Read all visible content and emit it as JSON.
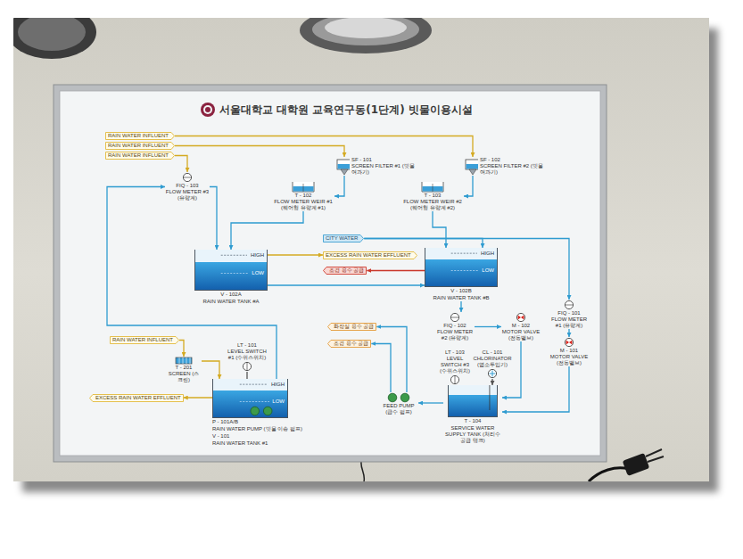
{
  "diagram": {
    "title": "서울대학교 대학원 교육연구동(1단계) 빗물이용시설",
    "nodes": [
      {
        "text": [
          "RAIN WATER INFLUENT"
        ]
      },
      {
        "text": [
          "RAIN WATER INFLUENT"
        ]
      },
      {
        "text": [
          "RAIN WATER INFLUENT"
        ]
      },
      {
        "text": [
          "FIQ - 103",
          "FLOW METER #3 (유량계)"
        ]
      },
      {
        "text": [
          "SF - 101",
          "SCREEN FILTER #1 (빗물여과기)"
        ]
      },
      {
        "text": [
          "T - 102",
          "FLOW METER WEIR #1 (웨어형 유량계 #1)"
        ]
      },
      {
        "text": [
          "SF - 102",
          "SCREEN FILTER #2 (빗물여과기)"
        ]
      },
      {
        "text": [
          "T - 103",
          "FLOW METER WEIR #2 (웨어형 유량계 #2)"
        ]
      },
      {
        "text": [
          "HIGH",
          "LOW",
          "V - 102A",
          "RAIN WATER TANK #A"
        ]
      },
      {
        "text": [
          "HIGH",
          "LOW",
          "V - 102B",
          "RAIN WATER TANK #B"
        ]
      },
      {
        "text": [
          "CITY WATER"
        ]
      },
      {
        "text": [
          "EXCESS RAIN WATER EFFLUENT"
        ]
      },
      {
        "text": [
          "조경 용수 공급"
        ]
      },
      {
        "text": [
          "FIQ - 102",
          "FLOW METER #2 (유량계)"
        ]
      },
      {
        "text": [
          "M - 102",
          "MOTOR VALVE (전동밸브)"
        ]
      },
      {
        "text": [
          "FIQ - 101",
          "FLOW METER #1 (유량계)"
        ]
      },
      {
        "text": [
          "M - 101",
          "MOTOR VALVE (전동밸브)"
        ]
      },
      {
        "text": [
          "RAIN WATER INFLUENT"
        ]
      },
      {
        "text": [
          "T - 201",
          "SCREEN (스크린)"
        ]
      },
      {
        "text": [
          "LT - 101",
          "LEVEL SWITCH #1 (수위스위치)"
        ]
      },
      {
        "text": [
          "EXCESS RAIN WATER EFFLUENT"
        ]
      },
      {
        "text": [
          "HIGH",
          "LOW",
          "P - 101A/B",
          "RAIN WATER PUMP (빗물 이송 펌프)",
          "V - 101",
          "RAIN WATER TANK #1"
        ]
      },
      {
        "text": [
          "화장실 용수 공급"
        ]
      },
      {
        "text": [
          "조경 용수 공급"
        ]
      },
      {
        "text": [
          "LT - 103",
          "LEVEL SWITCH #3 (수위스위치)"
        ]
      },
      {
        "text": [
          "CL - 101",
          "CHLORINATOR (염소투입기)"
        ]
      },
      {
        "text": [
          "T - 104",
          "SERVICE WATER SUPPLY TANK (처리수 공급 탱크)"
        ]
      },
      {
        "text": [
          "FEED PUMP",
          "(급수 펌프)"
        ]
      }
    ],
    "edges": [
      {
        "from": 0,
        "to": 6,
        "arrow": "to"
      },
      {
        "from": 1,
        "to": 4,
        "arrow": "to"
      },
      {
        "from": 2,
        "to": 3,
        "arrow": "to"
      },
      {
        "from": 3,
        "to": 8,
        "arrow": "to"
      },
      {
        "from": 4,
        "to": 5,
        "arrow": "to"
      },
      {
        "from": 6,
        "to": 7,
        "arrow": "to"
      },
      {
        "from": 5,
        "to": 8,
        "arrow": "to"
      },
      {
        "from": 7,
        "to": 9,
        "arrow": "to"
      },
      {
        "from": 10,
        "to": 9,
        "arrow": "to"
      },
      {
        "from": 10,
        "to": 15,
        "arrow": "to"
      },
      {
        "from": 8,
        "to": 11,
        "arrow": "to"
      },
      {
        "from": 9,
        "to": 12,
        "arrow": "to"
      },
      {
        "from": 8,
        "to": 9,
        "arrow": "to"
      },
      {
        "from": 9,
        "to": 13,
        "arrow": "to"
      },
      {
        "from": 13,
        "to": 14,
        "arrow": "to"
      },
      {
        "from": 14,
        "to": 26,
        "arrow": "to"
      },
      {
        "from": 15,
        "to": 16,
        "arrow": "to"
      },
      {
        "from": 16,
        "to": 26,
        "arrow": "to"
      },
      {
        "from": 17,
        "to": 18,
        "arrow": "to"
      },
      {
        "from": 18,
        "to": 21,
        "arrow": "to"
      },
      {
        "from": 21,
        "to": 20,
        "arrow": "to"
      },
      {
        "from": 19,
        "to": 21,
        "arrow": "none"
      },
      {
        "from": 21,
        "to": 3,
        "arrow": "to"
      },
      {
        "from": 26,
        "to": 27,
        "arrow": "to"
      },
      {
        "from": 27,
        "to": 22,
        "arrow": "to"
      },
      {
        "from": 27,
        "to": 23,
        "arrow": "to"
      },
      {
        "from": 24,
        "to": 26,
        "arrow": "none"
      },
      {
        "from": 25,
        "to": 26,
        "arrow": "to"
      }
    ]
  }
}
